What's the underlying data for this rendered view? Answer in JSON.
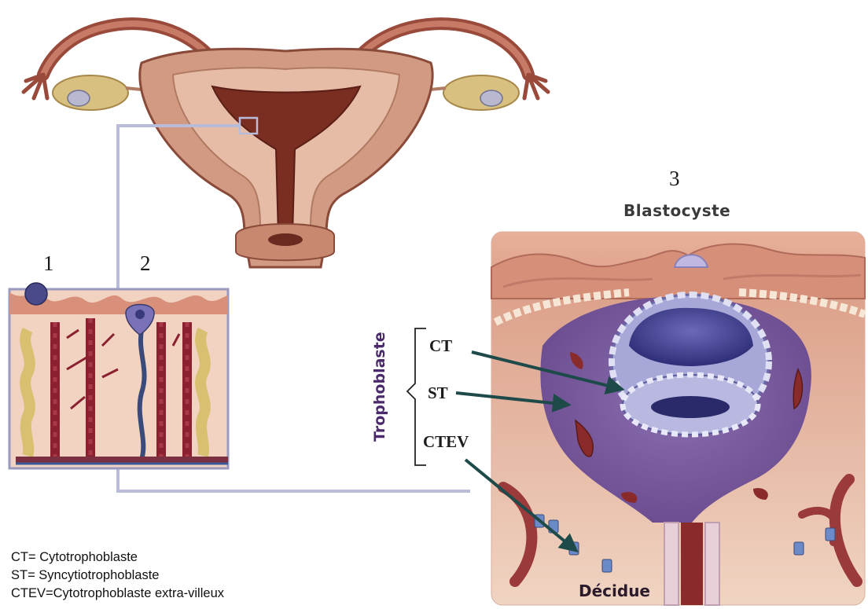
{
  "labels": {
    "panel1_number": "1",
    "panel2_number": "2",
    "panel3_number": "3",
    "blastocyst_title": "Blastocyste",
    "trophoblast": "Trophoblaste",
    "ct": "CT",
    "st": "ST",
    "ctev": "CTEV",
    "decidua": "Décidue"
  },
  "legend": [
    "CT= Cytotrophoblaste",
    "ST= Syncytiotrophoblaste",
    "CTEV=Cytotrophoblaste extra-villeux"
  ],
  "colors": {
    "uterus_outer": "#c99a80",
    "uterus_inner": "#8a3a2a",
    "connector": "#b8bcd8",
    "trophoblast_purple": "#7a5a9a",
    "blastocyst_blue": "#5a5aa0",
    "arrow": "#1f4a4a"
  }
}
